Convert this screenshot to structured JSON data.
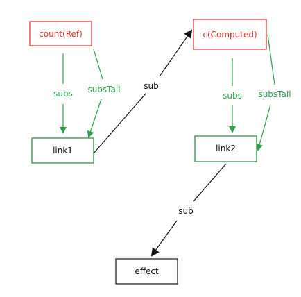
{
  "colors": {
    "ref_stroke": "#d9342b",
    "ref_text": "#d9342b",
    "link_stroke": "#1e8a3c",
    "plain_stroke": "#111111",
    "green_arrow": "#2e9e4a",
    "text": "#111111"
  },
  "nodes": {
    "count_ref": "count(Ref)",
    "c_computed": "c(Computed)",
    "link1": "link1",
    "link2": "link2",
    "effect": "effect"
  },
  "edges": {
    "count_subs": "subs",
    "count_subs_tail": "subsTail",
    "link1_sub": "sub",
    "c_subs": "subs",
    "c_subs_tail": "subsTail",
    "link2_sub": "sub"
  }
}
